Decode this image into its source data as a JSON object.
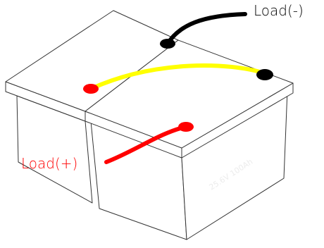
{
  "labels": {
    "load_negative": "Load(-)",
    "load_positive": "Load(+)"
  },
  "watermark": "25.6V 100Ah",
  "colors": {
    "negative_wire": "#000000",
    "series_wire": "#ffff00",
    "positive_wire": "#ff0000",
    "negative_terminal": "#000000",
    "positive_terminal": "#ff0000",
    "positive_label": "#ff0000",
    "negative_label": "#000000",
    "outline": "#333333"
  }
}
